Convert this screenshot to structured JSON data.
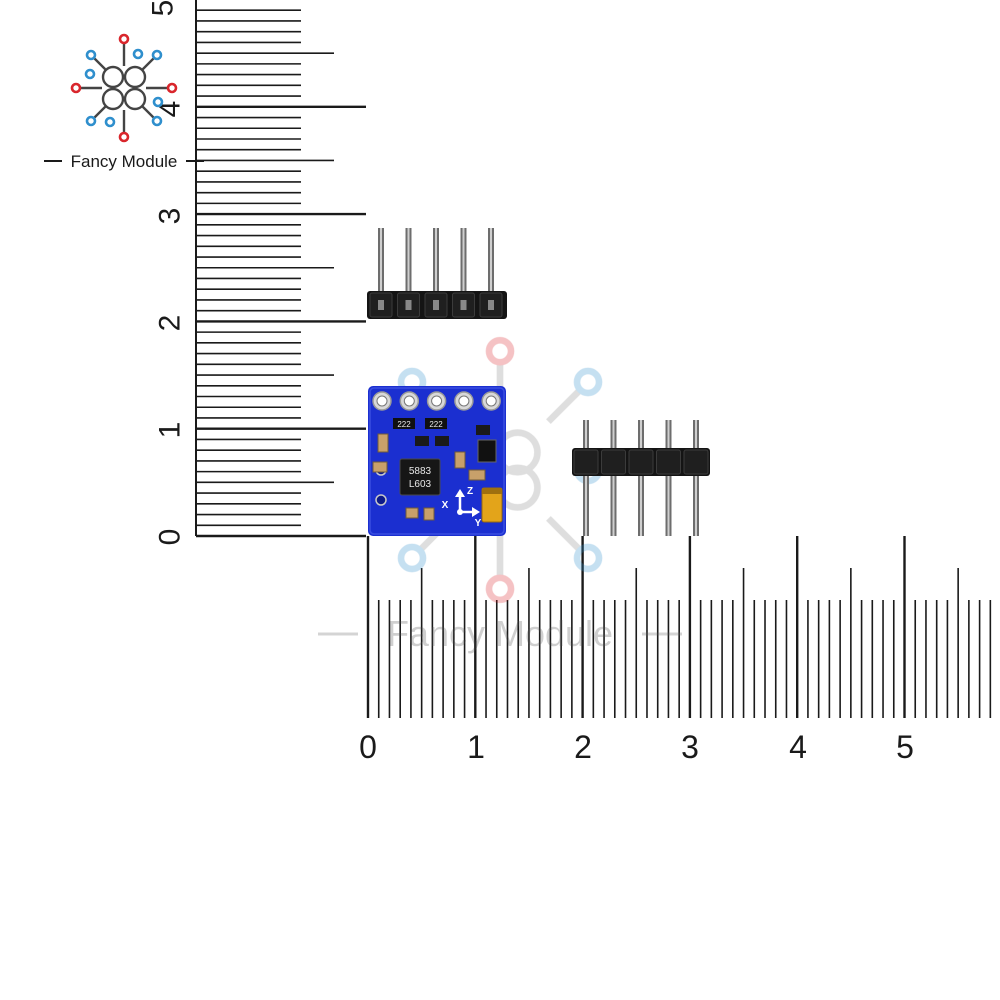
{
  "brand": {
    "name": "Fancy Module",
    "colors": {
      "red": "#d9262c",
      "blue": "#2f8fcd",
      "dark": "#1a1a1a"
    }
  },
  "scale": {
    "unit_labels_horizontal": [
      "0",
      "1",
      "2",
      "3",
      "4",
      "5"
    ],
    "unit_labels_vertical": [
      "0",
      "1",
      "2",
      "3",
      "4",
      "5"
    ]
  },
  "board": {
    "color": "#1b2fd0",
    "silkscreen": {
      "cap_label_1": "222",
      "cap_label_2": "222",
      "chip_line_1": "5883",
      "chip_line_2": "L603",
      "axis_x": "X",
      "axis_y": "Y",
      "axis_z": "Z"
    },
    "pin_holes": 5
  },
  "headers": {
    "vertical_header_pins": 5,
    "horizontal_header_pins": 5
  },
  "icons": [
    "circuit-logo-icon",
    "circuit-watermark-icon"
  ]
}
